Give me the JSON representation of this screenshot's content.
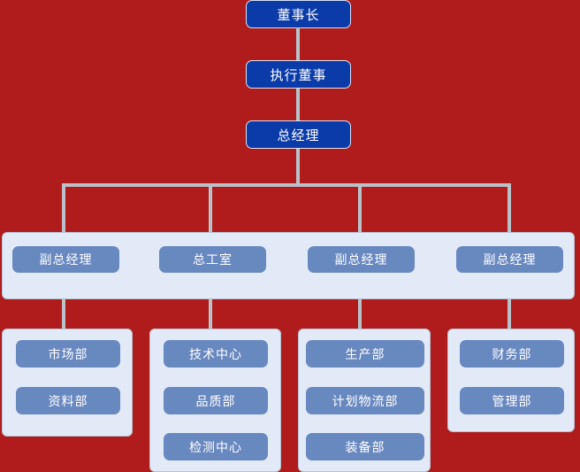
{
  "colors": {
    "background": "#b01c1c",
    "executive_node": "#0b3ba8",
    "panel": "#e2e9f7",
    "department_node": "#6888c0",
    "connector": "#b9c2c9",
    "node_text": "#ffffff"
  },
  "chart_title": "",
  "executives": [
    {
      "label": "董事长"
    },
    {
      "label": "执行董事"
    },
    {
      "label": "总经理"
    }
  ],
  "managers": [
    {
      "label": "副总经理"
    },
    {
      "label": "总工室"
    },
    {
      "label": "副总经理"
    },
    {
      "label": "副总经理"
    }
  ],
  "departments": [
    {
      "items": [
        {
          "label": "市场部"
        },
        {
          "label": "资料部"
        }
      ]
    },
    {
      "items": [
        {
          "label": "技术中心"
        },
        {
          "label": "品质部"
        },
        {
          "label": "检测中心"
        }
      ]
    },
    {
      "items": [
        {
          "label": "生产部"
        },
        {
          "label": "计划物流部"
        },
        {
          "label": "装备部"
        }
      ]
    },
    {
      "items": [
        {
          "label": "财务部"
        },
        {
          "label": "管理部"
        }
      ]
    }
  ]
}
